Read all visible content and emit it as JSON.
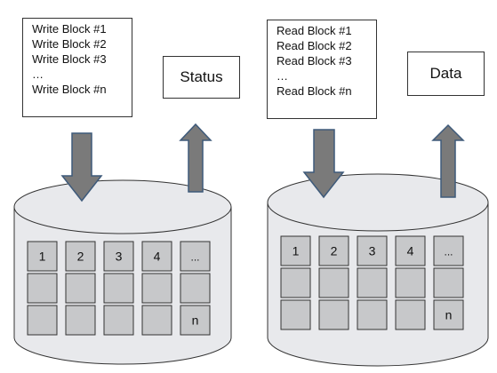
{
  "write_side": {
    "commands": [
      "Write Block #1",
      "Write Block #2",
      "Write Block #3",
      "…",
      "Write Block #n"
    ],
    "output_label": "Status",
    "grid_labels": [
      "1",
      "2",
      "3",
      "4",
      "...",
      "",
      "",
      "",
      "",
      "",
      "",
      "",
      "",
      "",
      "n"
    ]
  },
  "read_side": {
    "commands": [
      "Read Block #1",
      "Read Block #2",
      "Read Block #3",
      "…",
      "Read Block #n"
    ],
    "output_label": "Data",
    "grid_labels": [
      "1",
      "2",
      "3",
      "4",
      "...",
      "",
      "",
      "",
      "",
      "",
      "",
      "",
      "",
      "",
      "n"
    ]
  },
  "colors": {
    "cylinder_fill": "#e8e9ec",
    "block_fill": "#c7c8ca",
    "arrow_fill": "#7a7a7a",
    "arrow_stroke": "#3e5a7a",
    "outline": "#333333"
  }
}
